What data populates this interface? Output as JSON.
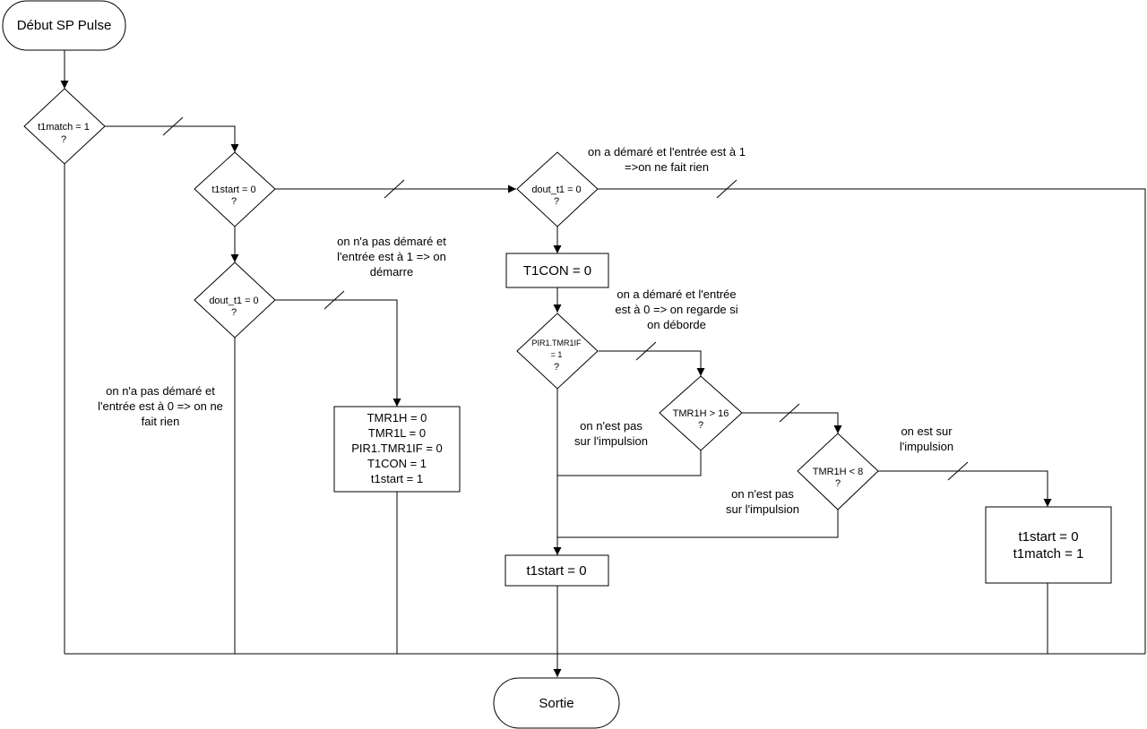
{
  "terminals": {
    "start": "Début SP Pulse",
    "end": "Sortie"
  },
  "decisions": {
    "t1match": [
      "t1match = 1",
      "?"
    ],
    "t1start": [
      "t1start = 0",
      "?"
    ],
    "dout_a": [
      "dout_t1 = 0",
      "?"
    ],
    "dout_b": [
      "dout_t1 = 0",
      "?"
    ],
    "pir": [
      "PIR1.TMR1IF",
      "= 1",
      "?"
    ],
    "tmr16": [
      "TMR1H > 16",
      "?"
    ],
    "tmr8": [
      "TMR1H < 8",
      "?"
    ]
  },
  "processes": {
    "init": [
      "TMR1H = 0",
      "TMR1L = 0",
      "PIR1.TMR1IF = 0",
      "T1CON = 1",
      "t1start = 1"
    ],
    "t1con": [
      "T1CON = 0"
    ],
    "reset": [
      "t1start = 0"
    ],
    "match": [
      "t1start = 0",
      "t1match = 1"
    ]
  },
  "annotations": {
    "running_one": [
      "on a démaré et l'entrée est à 1",
      "=>on ne fait rien"
    ],
    "not_started_one": [
      "on n'a pas démaré et",
      "l'entrée est à 1 => on",
      "démarre"
    ],
    "running_zero": [
      "on a démaré et l'entrée",
      "est à 0 => on regarde si",
      "on déborde"
    ],
    "not_started_zero": [
      "on n'a pas démaré et",
      "l'entrée est à 0 => on ne",
      "fait rien"
    ],
    "not_pulse_a": [
      "on n'est pas",
      "sur l'impulsion"
    ],
    "on_pulse": [
      "on est sur",
      "l'impulsion"
    ],
    "not_pulse_b": [
      "on n'est pas",
      "sur l'impulsion"
    ]
  }
}
